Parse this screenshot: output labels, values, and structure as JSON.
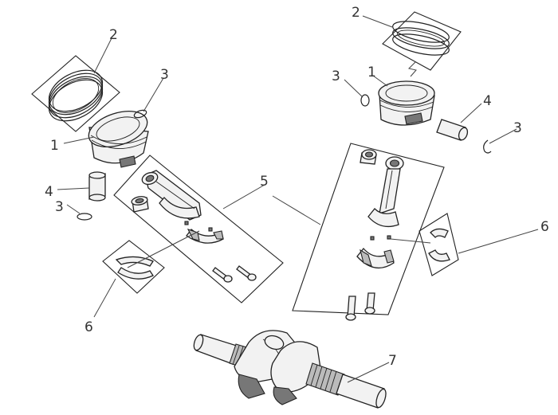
{
  "callouts": {
    "piston_left": "1",
    "piston_right": "1",
    "rings_left": "2",
    "rings_right": "2",
    "clip_left_top": "3",
    "clip_left_bottom": "3",
    "clip_right_left": "3",
    "clip_right_right": "3",
    "pin_left": "4",
    "pin_right": "4",
    "conrod": "5",
    "bearing_left": "6",
    "bearing_right": "6",
    "crankshaft": "7"
  },
  "colors": {
    "line": "#222222",
    "fill_light": "#f2f2f2",
    "fill_mid": "#bbbbbb",
    "fill_dark": "#777777"
  }
}
